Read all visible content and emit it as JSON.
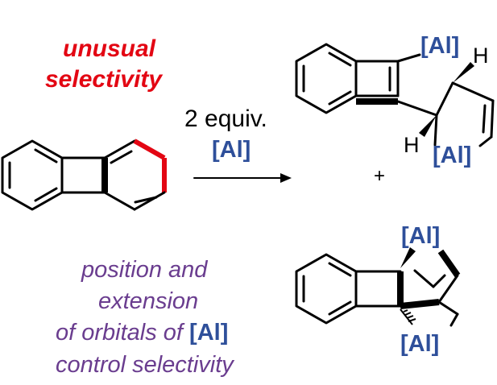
{
  "labels": {
    "unusual": "unusual",
    "selectivity": "selectivity",
    "equiv": "2 equiv.",
    "reagent": "[Al]",
    "plus": "+",
    "purple_line1": "position and",
    "purple_line2": "extension",
    "purple_line3_a": "of orbitals of ",
    "purple_line3_b": "[Al]",
    "purple_line4": "control selectivity"
  },
  "product_top": {
    "al_top": "[Al]",
    "h_top": "H",
    "h_bottom": "H",
    "al_bottom": "[Al]"
  },
  "product_bottom": {
    "al_top": "[Al]",
    "al_bottom": "[Al]"
  },
  "colors": {
    "highlight": "#e30613",
    "aluminum": "#2e4f9a",
    "caption": "#6a3d8f"
  }
}
